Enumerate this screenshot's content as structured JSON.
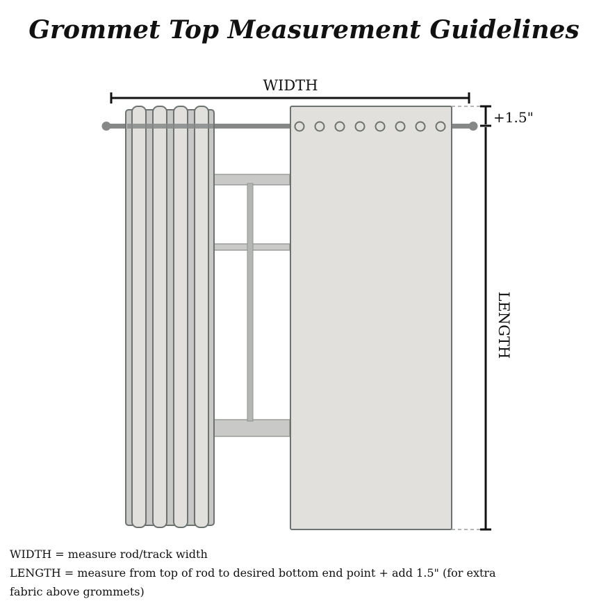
{
  "title": "Grommet Top Measurement Guidelines",
  "labels": {
    "width": "WIDTH",
    "length": "LENGTH",
    "allowance": "+1.5\""
  },
  "notes": {
    "width_note": "WIDTH = measure rod/track width",
    "length_note": "LENGTH = measure from top of rod to desired bottom end point + add 1.5\"  (for extra fabric above grommets)"
  },
  "colors": {
    "curtain_fill": "#e2e0dc",
    "curtain_stroke": "#6b7270",
    "rod": "#858887",
    "window_frame": "#a9aba9",
    "dimension_line": "#111111"
  },
  "grommet_count": 8,
  "folded_pleats": 4
}
